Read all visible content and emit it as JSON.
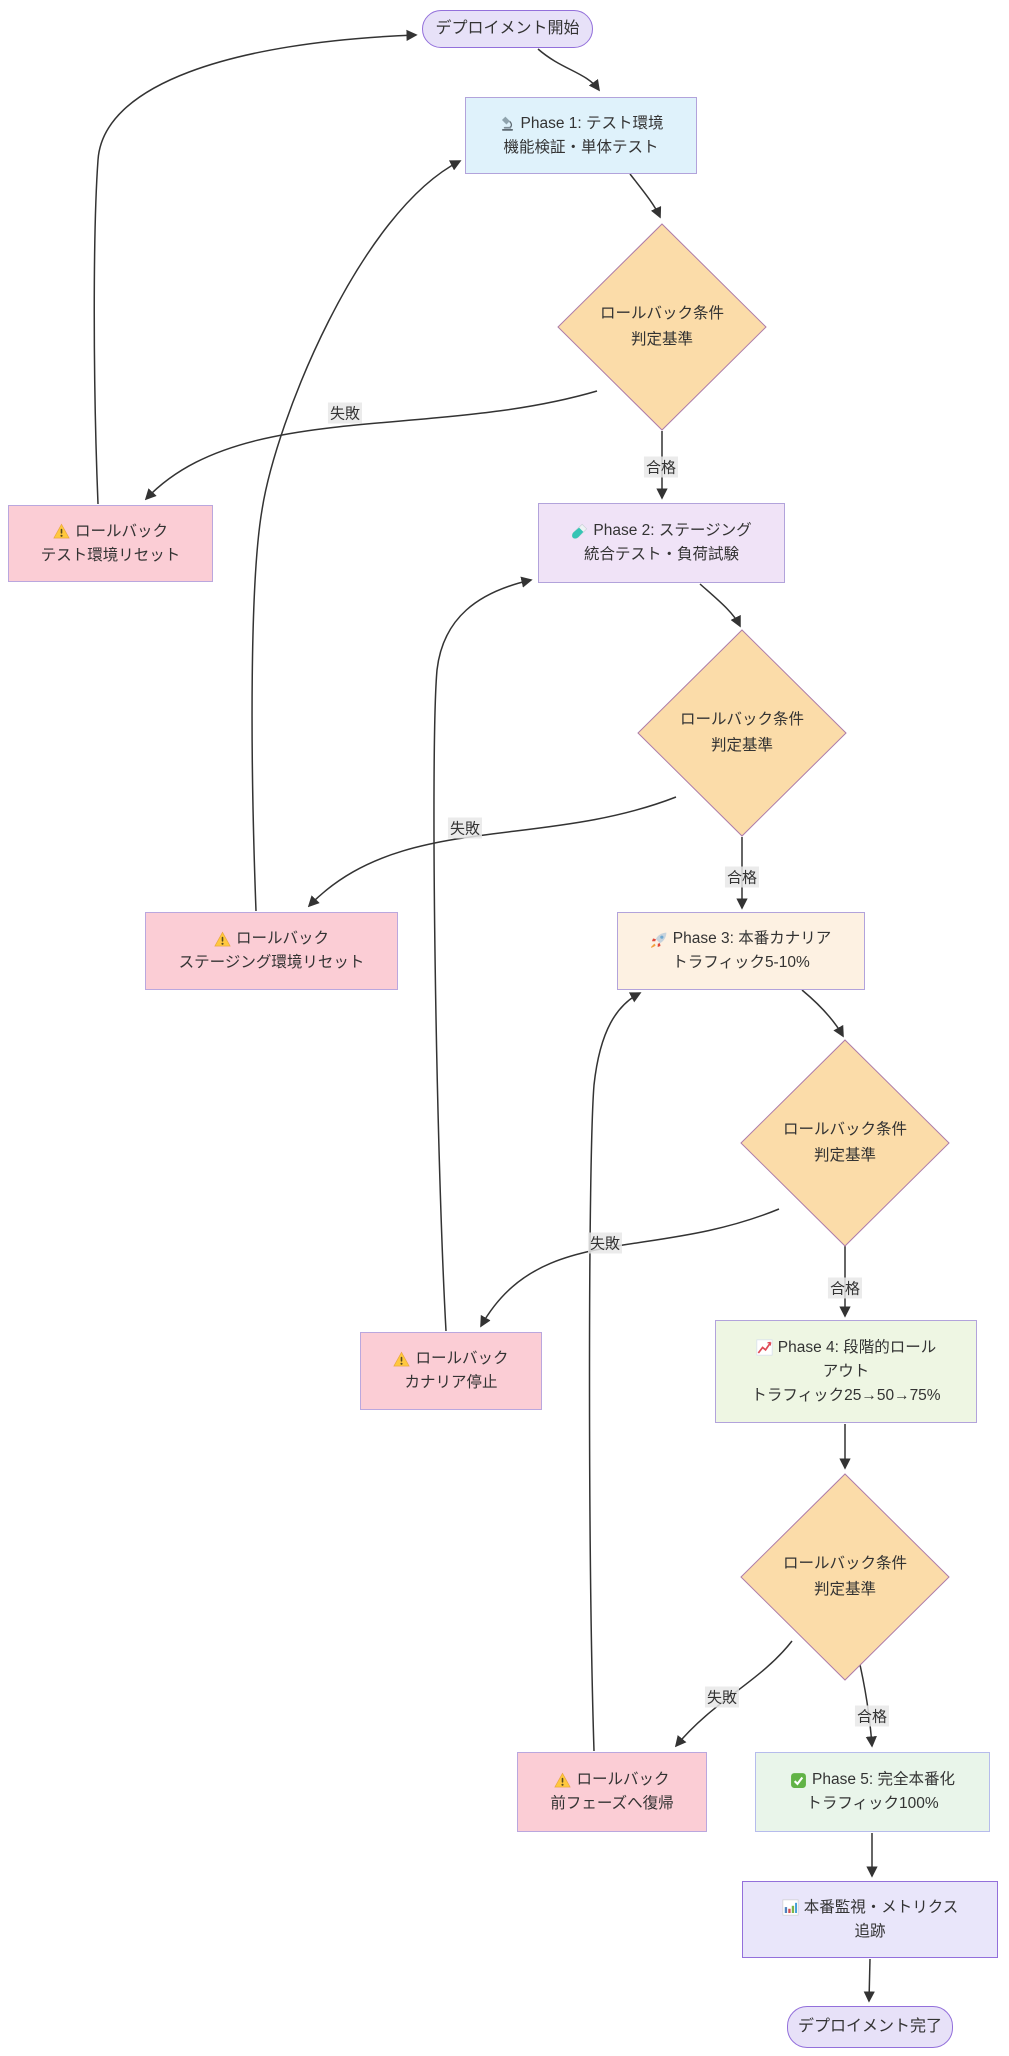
{
  "colors": {
    "canvas": "#ffffff",
    "edge": "#333333",
    "text": "#333333",
    "edge_label_bg": "#e8e8e8",
    "stadium_fill": "#e7e1f8",
    "stadium_border": "#9370DB",
    "diamond_fill": "#fbdca9",
    "diamond_border": "#ad7ba8",
    "rollback_fill": "#fbcdd5"
  },
  "edge_labels": {
    "fail": "失敗",
    "pass": "合格"
  },
  "nodes": {
    "start": {
      "type": "stadium",
      "label": "デプロイメント開始",
      "fill": "#e7e1f8",
      "border": "#9370DB"
    },
    "phase1": {
      "type": "box",
      "icon": "microscope-icon",
      "lines": [
        "Phase 1: テスト環境",
        "機能検証・単体テスト"
      ],
      "fill": "#dff2fb",
      "border": "#b2a3db"
    },
    "decision1": {
      "type": "diamond",
      "lines": [
        "ロールバック条件",
        "判定基準"
      ],
      "fill": "#fbdca9",
      "border": "#ad7ba8"
    },
    "rollback_test": {
      "type": "box",
      "icon": "warning-icon",
      "lines": [
        "ロールバック",
        "テスト環境リセット"
      ],
      "fill": "#fbcdd5",
      "border": "#baa7de"
    },
    "phase2": {
      "type": "box",
      "icon": "test-tube-icon",
      "lines": [
        "Phase 2: ステージング",
        "統合テスト・負荷試験"
      ],
      "fill": "#f0e3f7",
      "border": "#b2a3db"
    },
    "decision2": {
      "type": "diamond",
      "lines": [
        "ロールバック条件",
        "判定基準"
      ],
      "fill": "#fbdca9",
      "border": "#ad7ba8"
    },
    "rollback_staging": {
      "type": "box",
      "icon": "warning-icon",
      "lines": [
        "ロールバック",
        "ステージング環境リセット"
      ],
      "fill": "#fbcdd5",
      "border": "#baa7de"
    },
    "phase3": {
      "type": "box",
      "icon": "rocket-icon",
      "lines": [
        "Phase 3: 本番カナリア",
        "トラフィック5-10%"
      ],
      "fill": "#fdf1e2",
      "border": "#b2a3db"
    },
    "decision3": {
      "type": "diamond",
      "lines": [
        "ロールバック条件",
        "判定基準"
      ],
      "fill": "#fbdca9",
      "border": "#ad7ba8"
    },
    "rollback_canary": {
      "type": "box",
      "icon": "warning-icon",
      "lines": [
        "ロールバック",
        "カナリア停止"
      ],
      "fill": "#fbcdd5",
      "border": "#baa7de"
    },
    "phase4": {
      "type": "box",
      "icon": "chart-increasing-icon",
      "lines": [
        "Phase 4: 段階的ロール",
        "アウト",
        "トラフィック25→50→75%"
      ],
      "fill": "#eef6e3",
      "border": "#b2a3db"
    },
    "decision4": {
      "type": "diamond",
      "lines": [
        "ロールバック条件",
        "判定基準"
      ],
      "fill": "#fbdca9",
      "border": "#ad7ba8"
    },
    "rollback_prev": {
      "type": "box",
      "icon": "warning-icon",
      "lines": [
        "ロールバック",
        "前フェーズへ復帰"
      ],
      "fill": "#fbcdd5",
      "border": "#baa7de"
    },
    "phase5": {
      "type": "box",
      "icon": "check-mark-icon",
      "lines": [
        "Phase 5: 完全本番化",
        "トラフィック100%"
      ],
      "fill": "#e9f5ea",
      "border": "#b6bcec"
    },
    "monitor": {
      "type": "box",
      "icon": "bar-chart-icon",
      "lines": [
        "本番監視・メトリクス",
        "追跡"
      ],
      "fill": "#e9e6fa",
      "border": "#9370DB"
    },
    "end": {
      "type": "stadium",
      "label": "デプロイメント完了",
      "fill": "#e7e1f8",
      "border": "#9370DB"
    }
  }
}
